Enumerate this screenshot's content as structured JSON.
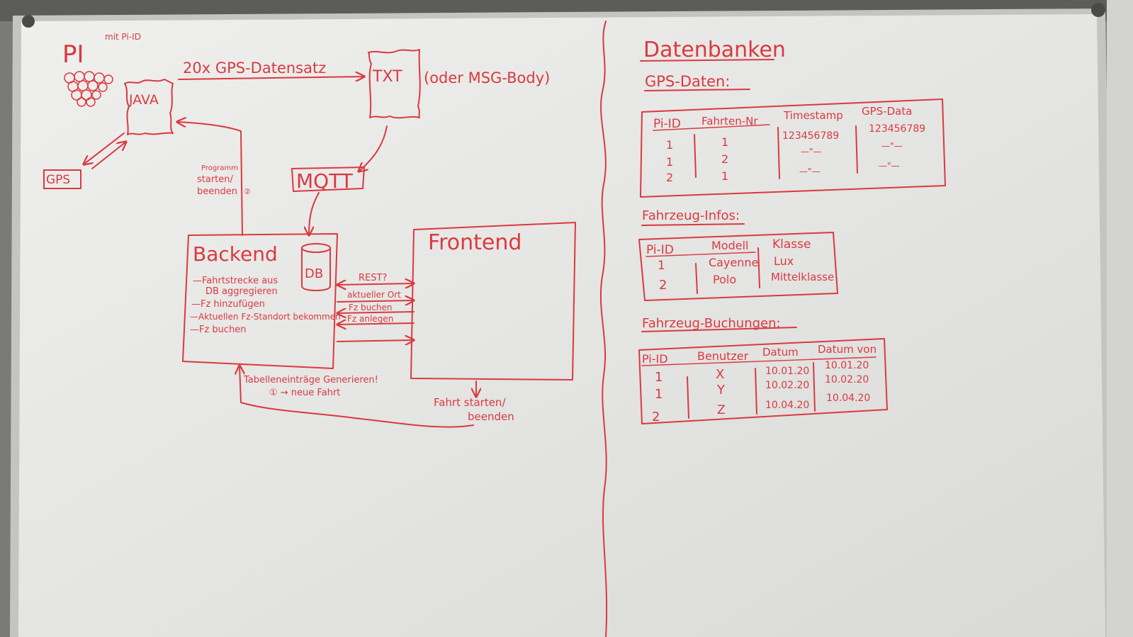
{
  "colors": {
    "ink": "#d93a40",
    "board": "#e9e9e7",
    "frame": "#bdbdbb"
  },
  "left": {
    "pi": "PI",
    "pi_note": "mit Pi-ID",
    "java": "JAVA",
    "gps": "GPS",
    "arrow_label": "20x GPS-Datensatz",
    "txt": "TXT",
    "txt_note": "(oder MSG-Body)",
    "mqtt": "MQTT",
    "program_note": [
      "Programm",
      "starten/",
      "beenden",
      "②"
    ],
    "backend": {
      "title": "Backend",
      "db": "DB",
      "items": [
        "—Fahrtstrecke aus",
        "DB aggregieren",
        "—Fz hinzufügen",
        "—Aktuellen Fz-Standort bekommen",
        "—Fz buchen"
      ]
    },
    "frontend": "Frontend",
    "rest_labels": [
      "REST?",
      "aktueller Ort",
      "Fz buchen",
      "Fz anlegen"
    ],
    "bottom_note": [
      "Tabelleneinträge Generieren!",
      "① → neue Fahrt"
    ],
    "fahrt_note": [
      "Fahrt starten/",
      "beenden"
    ]
  },
  "right": {
    "title": "Datenbanken",
    "gps": {
      "heading": "GPS-Daten:",
      "headers": [
        "Pi-ID",
        "Fahrten-Nr",
        "Timestamp",
        "GPS-Data"
      ],
      "rows": [
        [
          "1",
          "1",
          "123456789",
          "123456789"
        ],
        [
          "1",
          "2",
          "—\"—",
          "—\"—"
        ],
        [
          "2",
          "1",
          "—\"—",
          "—\"—"
        ]
      ]
    },
    "fahrzeug": {
      "heading": "Fahrzeug-Infos:",
      "headers": [
        "Pi-ID",
        "Modell",
        "Klasse"
      ],
      "rows": [
        [
          "1",
          "Cayenne",
          "Lux"
        ],
        [
          "2",
          "Polo",
          "Mittelklasse"
        ]
      ]
    },
    "buchungen": {
      "heading": "Fahrzeug-Buchungen:",
      "headers": [
        "Pi-ID",
        "Benutzer",
        "Datum",
        "Datum von"
      ],
      "rows": [
        [
          "1",
          "X",
          "10.01.20",
          "10.01.20"
        ],
        [
          "1",
          "Y",
          "10.02.20",
          "10.02.20"
        ],
        [
          "2",
          "Z",
          "10.04.20",
          "10.04.20"
        ]
      ]
    }
  }
}
